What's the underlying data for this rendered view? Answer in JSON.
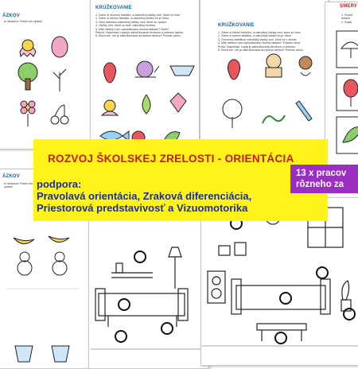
{
  "sheets": {
    "left_top": {
      "header": "ÁZKOV",
      "instruction": "ie obrázkov. Potom ich vyfarbi."
    },
    "center_top": {
      "header": "KRÚŽKOVANIE",
      "instructions": [
        "1. Zober si červenú farbičku, a zakrúžkuj všetky veci, ktoré sú hore.",
        "2. Zober si rúžovú farbičku, a zakrúžkuj všetko čo je vľavo.",
        "3. Zltou farbičkou zakrúžkuj všetky veci, ktoré sú vpravo.",
        "4. Všetky veci, ktoré sú dole, zakrúžkuj modrou.",
        "5. Máš niektorú vec zakrúžkovanú dvoma farbami? Ktoré?",
        "    Pomôž. Napríklad: Lopta je zakrúžkovaná červenou a zelenou farbou.",
        "6. Ktorá vec, nie je zakrúžkovaná ani jednou farbou? Povedz prečo."
      ]
    },
    "right_top": {
      "header": "KRÚŽKOVANIE",
      "instructions": [
        "1. Zober si fialovú farbičku, a zakrúžkuj všetky veci, ktoré sú hore.",
        "2. Zober si zelenú farbičku, a zakrúžkuj všetko čo je vľavo.",
        "3. Červenou farbičkou zakrúžkuj všetky veci, ktoré sú v strede.",
        "4. Máš niektorú vec zakrúžkovanú dvoma farbami? Povedz ktoré.",
        "    Prečo. Napríklad: Lopta je zakrúžkovaná červenou a zelenou",
        "5. Ktorá vec, nie je zakrúžkovaná ani jednou farbou? Povedz prečo."
      ]
    },
    "far_right": {
      "header": "SMERY",
      "instruction_lines": [
        "1. Poveď",
        "dolava",
        "2. Dopln"
      ]
    },
    "left_bottom": {
      "header": "ÁZKOV",
      "instruction_lines": [
        "ie obrázkov. Potom ich",
        "vyfarbi."
      ]
    }
  },
  "banner": {
    "title": "ROZVOJ ŠKOLSKEJ ZRELOSTI - ORIENTÁCIA",
    "support_label": "podpora:",
    "support_lines": [
      "Pravolavá orientácia, Zraková diferenciácia,",
      "Priestorová predstavivosť a  Vizuomotorika"
    ]
  },
  "badge": {
    "lines": [
      "13 x pracov",
      "rôzneho za"
    ]
  },
  "colors": {
    "banner_bg": "#fff31a",
    "title": "#c8181e",
    "support": "#1a2f9c",
    "badge_bg": "#9b2fc4",
    "header": "#1a5fa8"
  }
}
